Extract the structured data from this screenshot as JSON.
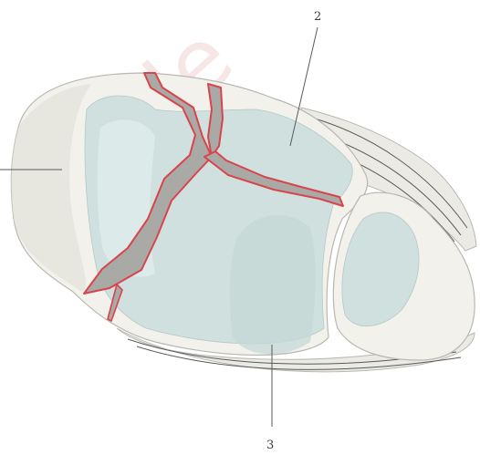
{
  "figure": {
    "watermark_text": "ral de",
    "labels": [
      {
        "id": "label-2",
        "text": "2"
      },
      {
        "id": "label-3",
        "text": "3"
      }
    ]
  },
  "colors": {
    "bone": "#f2f1ec",
    "bone_shadow": "#e2e1da",
    "cartilage": "#cfe0df",
    "cartilage_light": "#dfeceb",
    "fracture_fill": "#a9aaa6",
    "fracture_outline": "#d9444c",
    "ligament": "#ebeae4",
    "outline": "#b8b8b2"
  }
}
